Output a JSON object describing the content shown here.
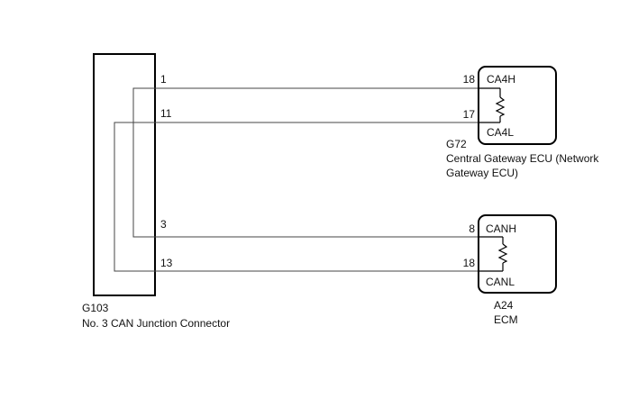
{
  "junction_connector": {
    "code": "G103",
    "name": "No. 3 CAN Junction Connector",
    "pins": {
      "p1": "1",
      "p11": "11",
      "p3": "3",
      "p13": "13"
    }
  },
  "gateway_ecu": {
    "code": "G72",
    "name_line1": "Central Gateway ECU (Network",
    "name_line2": "Gateway ECU)",
    "pin_high": "18",
    "pin_low": "17",
    "signal_high": "CA4H",
    "signal_low": "CA4L"
  },
  "ecm": {
    "code": "A24",
    "name": "ECM",
    "pin_high": "8",
    "pin_low": "18",
    "signal_high": "CANH",
    "signal_low": "CANL"
  },
  "icons": {
    "resistor": "resistor-icon"
  }
}
